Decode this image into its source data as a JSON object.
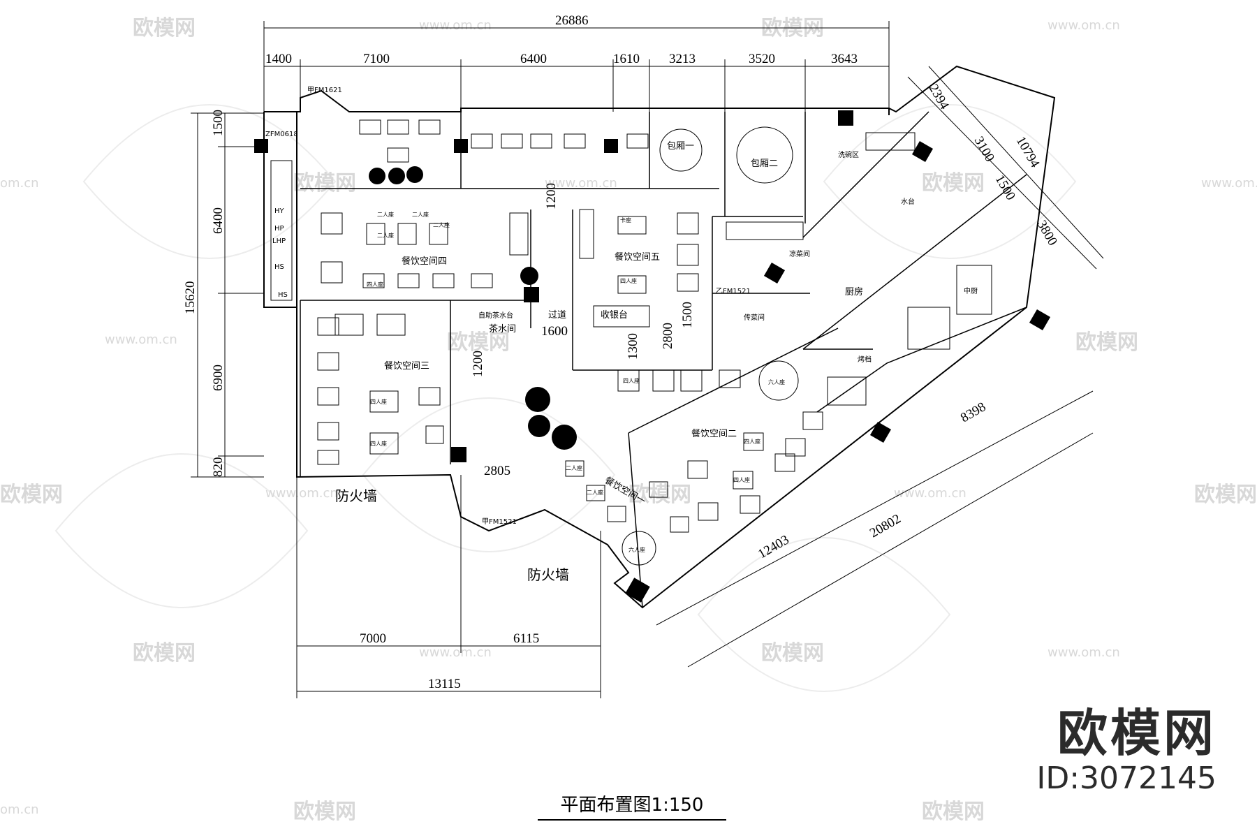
{
  "title": "平面布置图1:150",
  "brand": {
    "name": "欧模网",
    "id": "ID:3072145"
  },
  "watermark": {
    "logo": "欧模网",
    "url": "www.om.cn",
    "url_short": "om.cn"
  },
  "dimensions": {
    "total_top": "26886",
    "top": [
      "1400",
      "7100",
      "6400",
      "1610",
      "3213",
      "3520",
      "3643"
    ],
    "left_total": "15620",
    "left": [
      "1500",
      "6400",
      "6900",
      "820"
    ],
    "bottom": [
      "7000",
      "6115"
    ],
    "bottom_total": "13115",
    "inner": [
      "1200",
      "1200",
      "1600",
      "2805",
      "1300",
      "2800",
      "1500"
    ],
    "right_diag": [
      "2394",
      "3100",
      "1500",
      "3800",
      "10794"
    ],
    "lower_diag": [
      "8398",
      "12403",
      "20802"
    ]
  },
  "rooms": {
    "space1": "餐饮空间一",
    "space2": "餐饮空间二",
    "space3": "餐饮空间三",
    "space4": "餐饮空间四",
    "space5": "餐饮空间五",
    "private1": "包厢一",
    "private2": "包厢二",
    "kitchen": "厨房",
    "tea": "茶水间",
    "tea_counter": "自助茶水台",
    "corridor": "过道",
    "cashier": "收银台",
    "ticket": "传菜间",
    "dish_wash": "洗碗区",
    "sink": "水台",
    "cold": "凉菜间",
    "chinese": "中厨",
    "bbq": "烤档",
    "firewall": "防火墙"
  },
  "doors": {
    "d1": "甲FM1621",
    "d2": "ZFM0618",
    "d3": "甲FM1521",
    "d4": "乙FM1521"
  },
  "equipment": [
    "HY",
    "HP",
    "LHP",
    "HS",
    "HS"
  ],
  "seat_labels": {
    "two": "二人座",
    "four": "四人座",
    "six": "六人座",
    "pillar_seat": "卡座"
  }
}
